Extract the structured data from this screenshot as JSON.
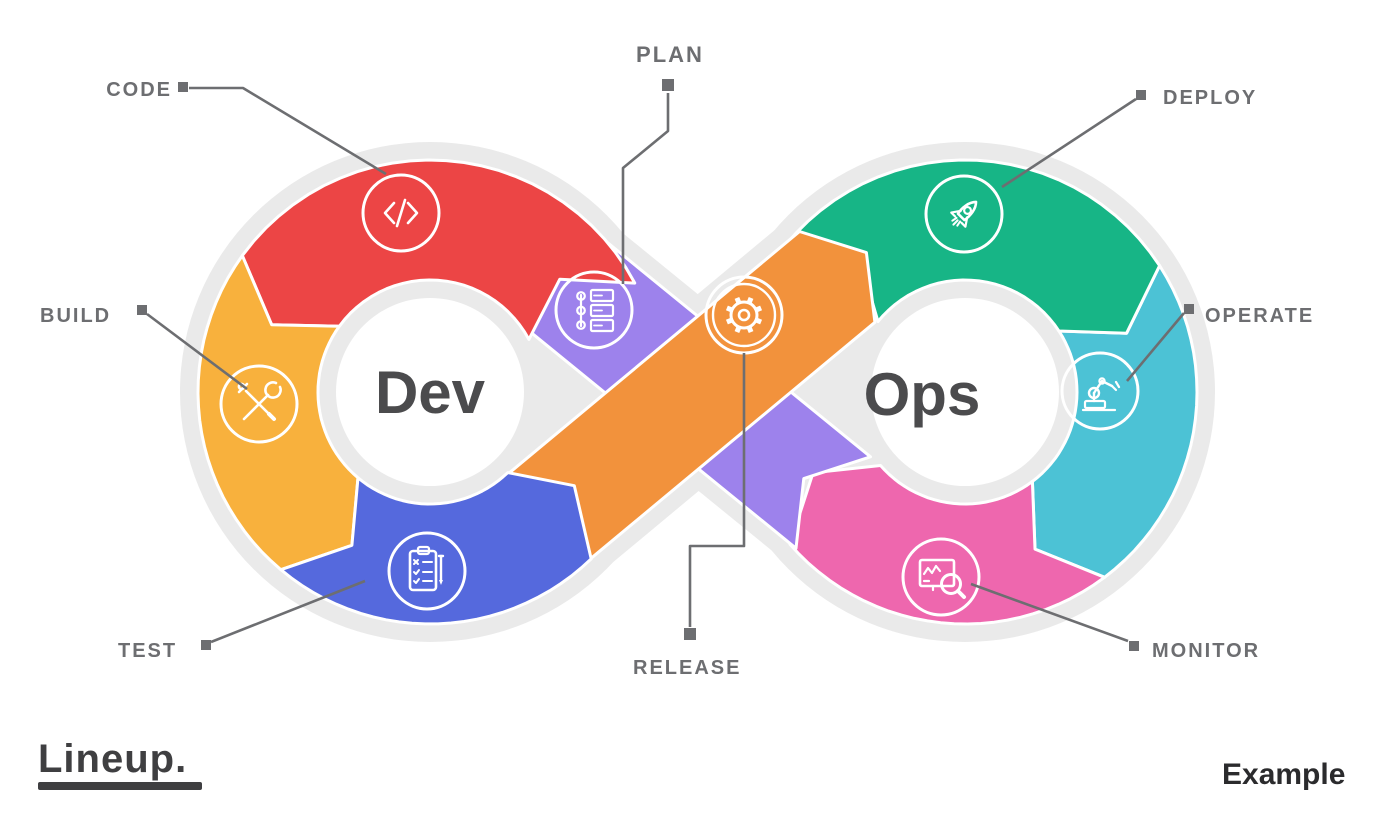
{
  "title": "DevOps infinity loop diagram",
  "dev_label": "Dev",
  "ops_label": "Ops",
  "stages": [
    {
      "id": "plan",
      "label": "PLAN",
      "color": "#9d82ec",
      "icon": "plan-icon"
    },
    {
      "id": "code",
      "label": "CODE",
      "color": "#ec4545",
      "icon": "code-icon"
    },
    {
      "id": "build",
      "label": "BUILD",
      "color": "#f8b13d",
      "icon": "build-icon"
    },
    {
      "id": "test",
      "label": "TEST",
      "color": "#5569dd",
      "icon": "test-icon"
    },
    {
      "id": "release",
      "label": "RELEASE",
      "color": "#f2923c",
      "icon": "release-gear-icon"
    },
    {
      "id": "deploy",
      "label": "DEPLOY",
      "color": "#17b586",
      "icon": "deploy-rocket-icon"
    },
    {
      "id": "operate",
      "label": "OPERATE",
      "color": "#4cc2d5",
      "icon": "operate-robot-arm-icon"
    },
    {
      "id": "monitor",
      "label": "MONITOR",
      "color": "#ee67ae",
      "icon": "monitor-magnifier-icon"
    }
  ],
  "footer": {
    "logo": "Lineup.",
    "attribution": "Example"
  },
  "colors": {
    "halo": "#eaeaea",
    "label_gray": "#6d6e71",
    "loop_text": "#4b4b4d",
    "purple_shadow": "#8468cf",
    "logo_color": "#3f3f41",
    "attribution_color": "#2b2b2d"
  }
}
